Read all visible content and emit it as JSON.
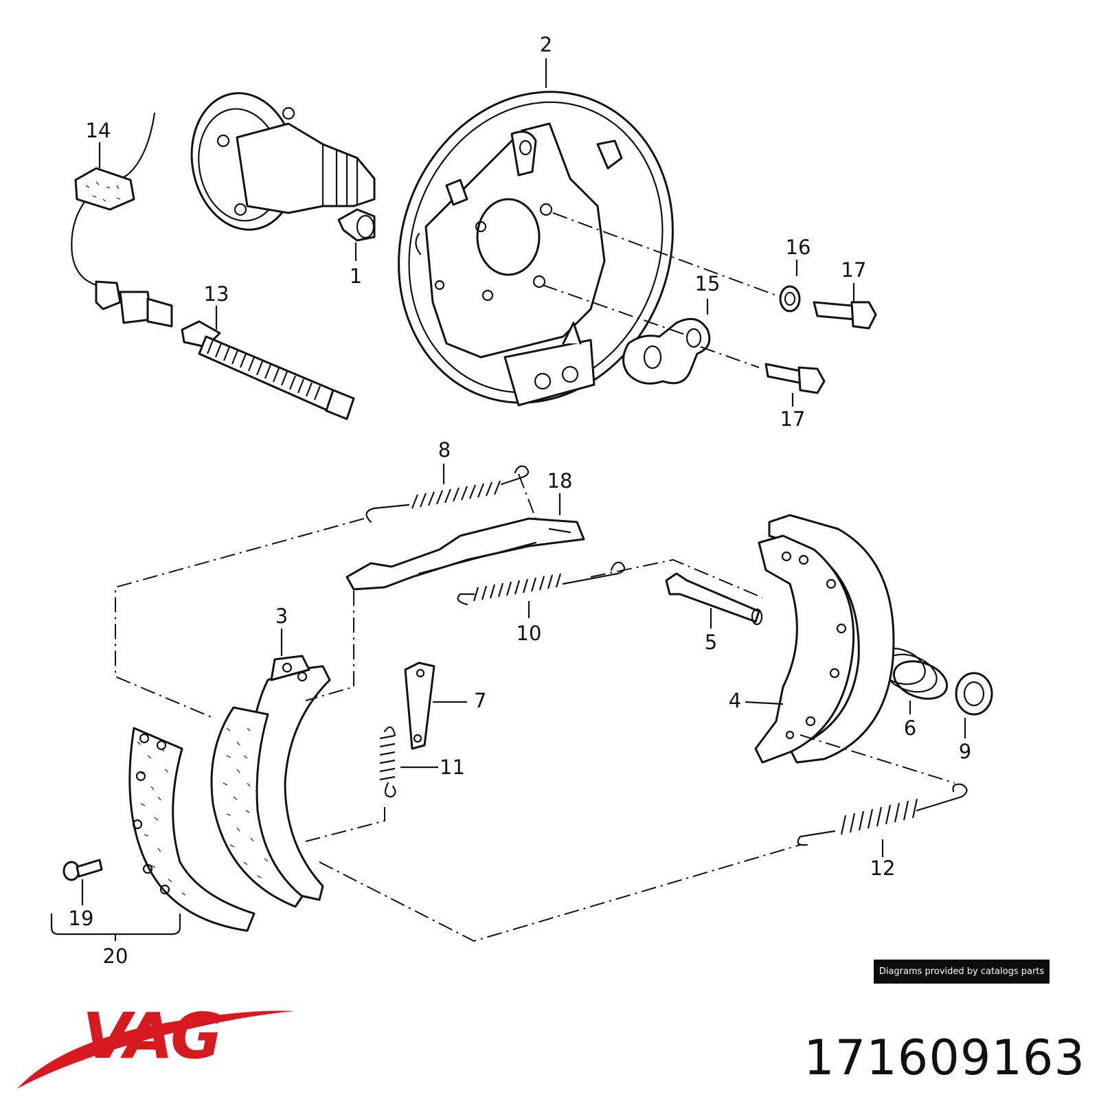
{
  "callouts": [
    {
      "id": "c1",
      "label": "1"
    },
    {
      "id": "c2",
      "label": "2"
    },
    {
      "id": "c3",
      "label": "3"
    },
    {
      "id": "c4",
      "label": "4"
    },
    {
      "id": "c5",
      "label": "5"
    },
    {
      "id": "c6",
      "label": "6"
    },
    {
      "id": "c7",
      "label": "7"
    },
    {
      "id": "c8",
      "label": "8"
    },
    {
      "id": "c9",
      "label": "9"
    },
    {
      "id": "c10",
      "label": "10"
    },
    {
      "id": "c11",
      "label": "11"
    },
    {
      "id": "c12",
      "label": "12"
    },
    {
      "id": "c13",
      "label": "13"
    },
    {
      "id": "c14",
      "label": "14"
    },
    {
      "id": "c15",
      "label": "15"
    },
    {
      "id": "c16",
      "label": "16"
    },
    {
      "id": "c17a",
      "label": "17"
    },
    {
      "id": "c17b",
      "label": "17"
    },
    {
      "id": "c18",
      "label": "18"
    },
    {
      "id": "c19",
      "label": "19"
    },
    {
      "id": "c20",
      "label": "20"
    }
  ],
  "credit": "Diagrams provided by catalogs parts",
  "brand": {
    "name": "VAG",
    "color": "#d71920"
  },
  "part_number": "171609163"
}
